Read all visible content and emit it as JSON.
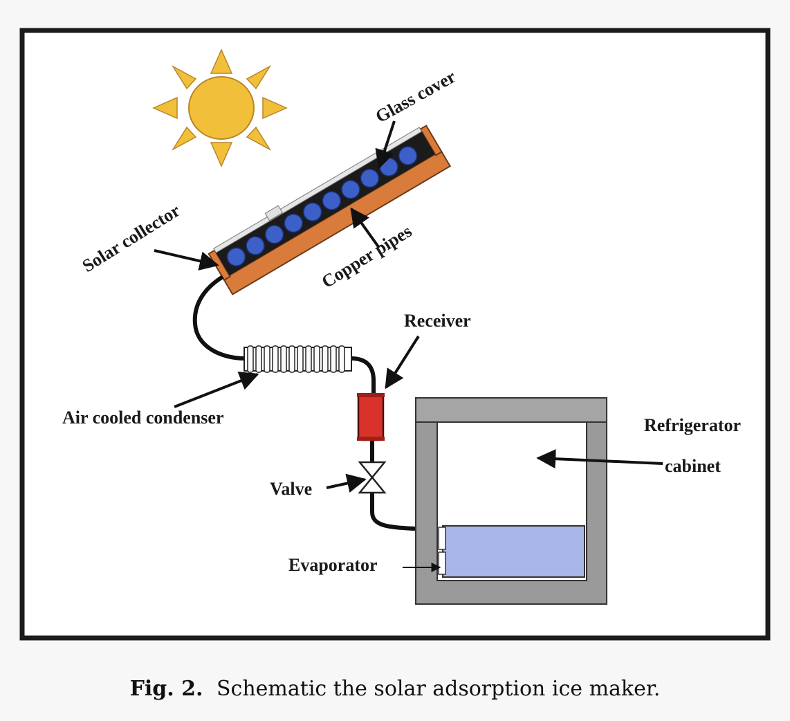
{
  "labels": {
    "glass_cover": "Glass cover",
    "solar_collector": "Solar collector",
    "copper_pipes": "Copper pipes",
    "receiver": "Receiver",
    "air_cooled_condenser": "Air cooled condenser",
    "refrigerator_line1": "Refrigerator",
    "refrigerator_line2": "cabinet",
    "valve": "Valve",
    "evaporator": "Evaporator"
  },
  "caption": {
    "figure_number": "Fig. 2.",
    "text": "Schematic the solar adsorption ice maker."
  },
  "colors": {
    "frame": "#1c1c1c",
    "sun": "#f2bf3a",
    "collector_body": "#d97b3a",
    "pipes": "#3c5fc8",
    "receiver": "#d8322a",
    "cabinet_wall": "#9a9a9a",
    "evaporator": "#a9b7e8"
  },
  "icons": [
    "sun-icon",
    "valve-icon"
  ]
}
